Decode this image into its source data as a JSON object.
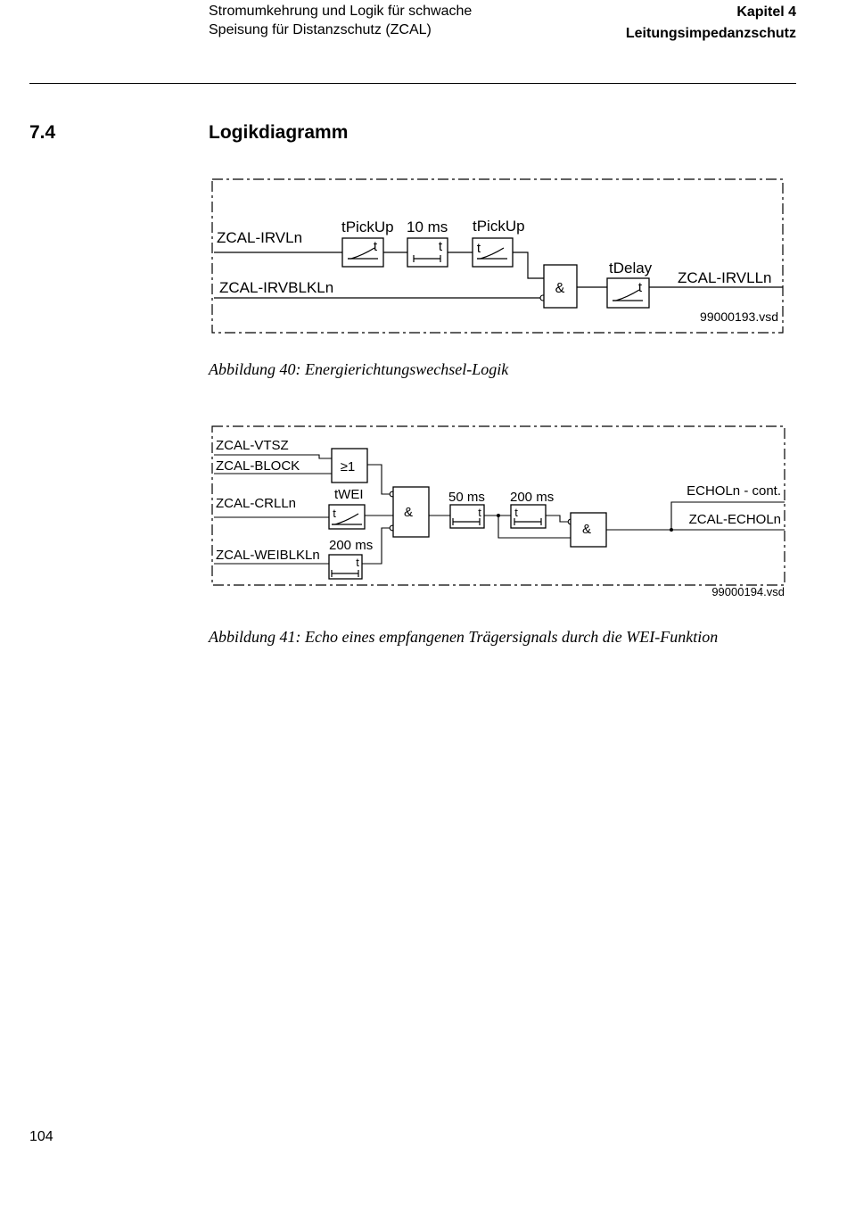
{
  "header": {
    "left_line1": "Stromumkehrung und Logik für schwache",
    "left_line2": "Speisung für Distanzschutz (ZCAL)",
    "right_line1": "Kapitel 4",
    "right_line2": "Leitungsimpedanzschutz"
  },
  "section": {
    "number": "7.4",
    "title": "Logikdiagramm"
  },
  "figure40": {
    "input_irvl": "ZCAL-IRVLn",
    "input_irvblkl": "ZCAL-IRVBLKLn",
    "timer1_label": "tPickUp",
    "timer2_label": "10 ms",
    "timer3_label": "tPickUp",
    "and_gate": "&",
    "delay_label": "tDelay",
    "output": "ZCAL-IRVLLn",
    "timer_symbol": "t",
    "file": "99000193.vsd",
    "caption": "Abbildung 40: Energierichtungswechsel-Logik"
  },
  "figure41": {
    "input_vtsz": "ZCAL-VTSZ",
    "input_block": "ZCAL-BLOCK",
    "input_crl": "ZCAL-CRLLn",
    "input_weiblk": "ZCAL-WEIBLKLn",
    "or_gate": "≥1",
    "twei_label": "tWEI",
    "timer_200a_label": "200 ms",
    "and_gate1": "&",
    "timer_50_label": "50 ms",
    "timer_200b_label": "200 ms",
    "and_gate2": "&",
    "output_cont": "ECHOLn - cont.",
    "output_echo": "ZCAL-ECHOLn",
    "timer_symbol": "t",
    "file": "99000194.vsd",
    "caption": "Abbildung 41: Echo eines empfangenen Trägersignals durch die WEI-Funktion"
  },
  "page_number": "104"
}
